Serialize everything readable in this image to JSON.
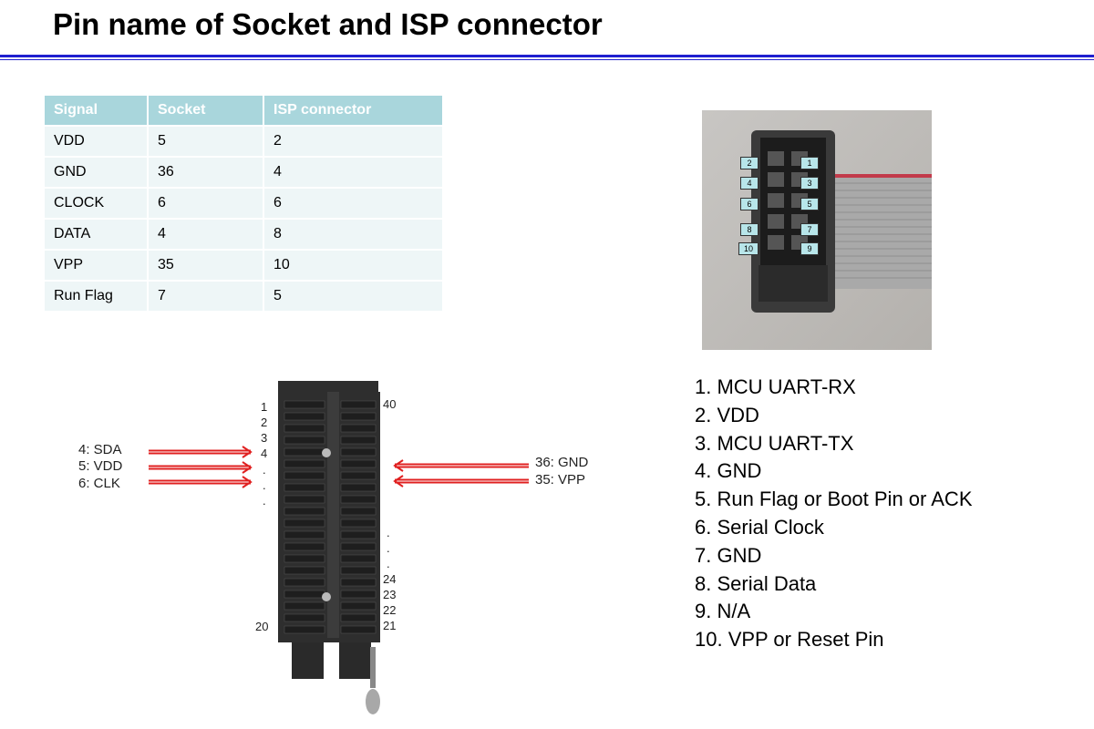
{
  "title": "Pin name of Socket and ISP connector",
  "table": {
    "headers": [
      "Signal",
      "Socket",
      "ISP connector"
    ],
    "rows": [
      [
        "VDD",
        "5",
        "2"
      ],
      [
        "GND",
        "36",
        "4"
      ],
      [
        "CLOCK",
        "6",
        "6"
      ],
      [
        "DATA",
        "4",
        "8"
      ],
      [
        "VPP",
        "35",
        "10"
      ],
      [
        "Run Flag",
        "7",
        "5"
      ]
    ]
  },
  "connector_photo": {
    "left_pins": [
      "2",
      "4",
      "6",
      "8",
      "10"
    ],
    "right_pins": [
      "1",
      "3",
      "5",
      "7",
      "9"
    ]
  },
  "pin_list": [
    "1. MCU UART-RX",
    "2. VDD",
    "3. MCU UART-TX",
    "4. GND",
    "5. Run Flag or Boot Pin or ACK",
    "6. Serial Clock",
    "7. GND",
    "8. Serial Data",
    "9. N/A",
    "10. VPP or Reset Pin"
  ],
  "socket_diagram": {
    "left_labels": [
      "4: SDA",
      "5: VDD",
      "6: CLK"
    ],
    "right_labels": [
      "36: GND",
      "35: VPP"
    ],
    "left_numbers": [
      "1",
      "2",
      "3",
      "4"
    ],
    "bottom_left_number": "20",
    "top_right_number": "40",
    "right_numbers": [
      "24",
      "23",
      "22",
      "21"
    ],
    "arrow_color": "#e02020",
    "socket_color": "#2e2e2e"
  }
}
